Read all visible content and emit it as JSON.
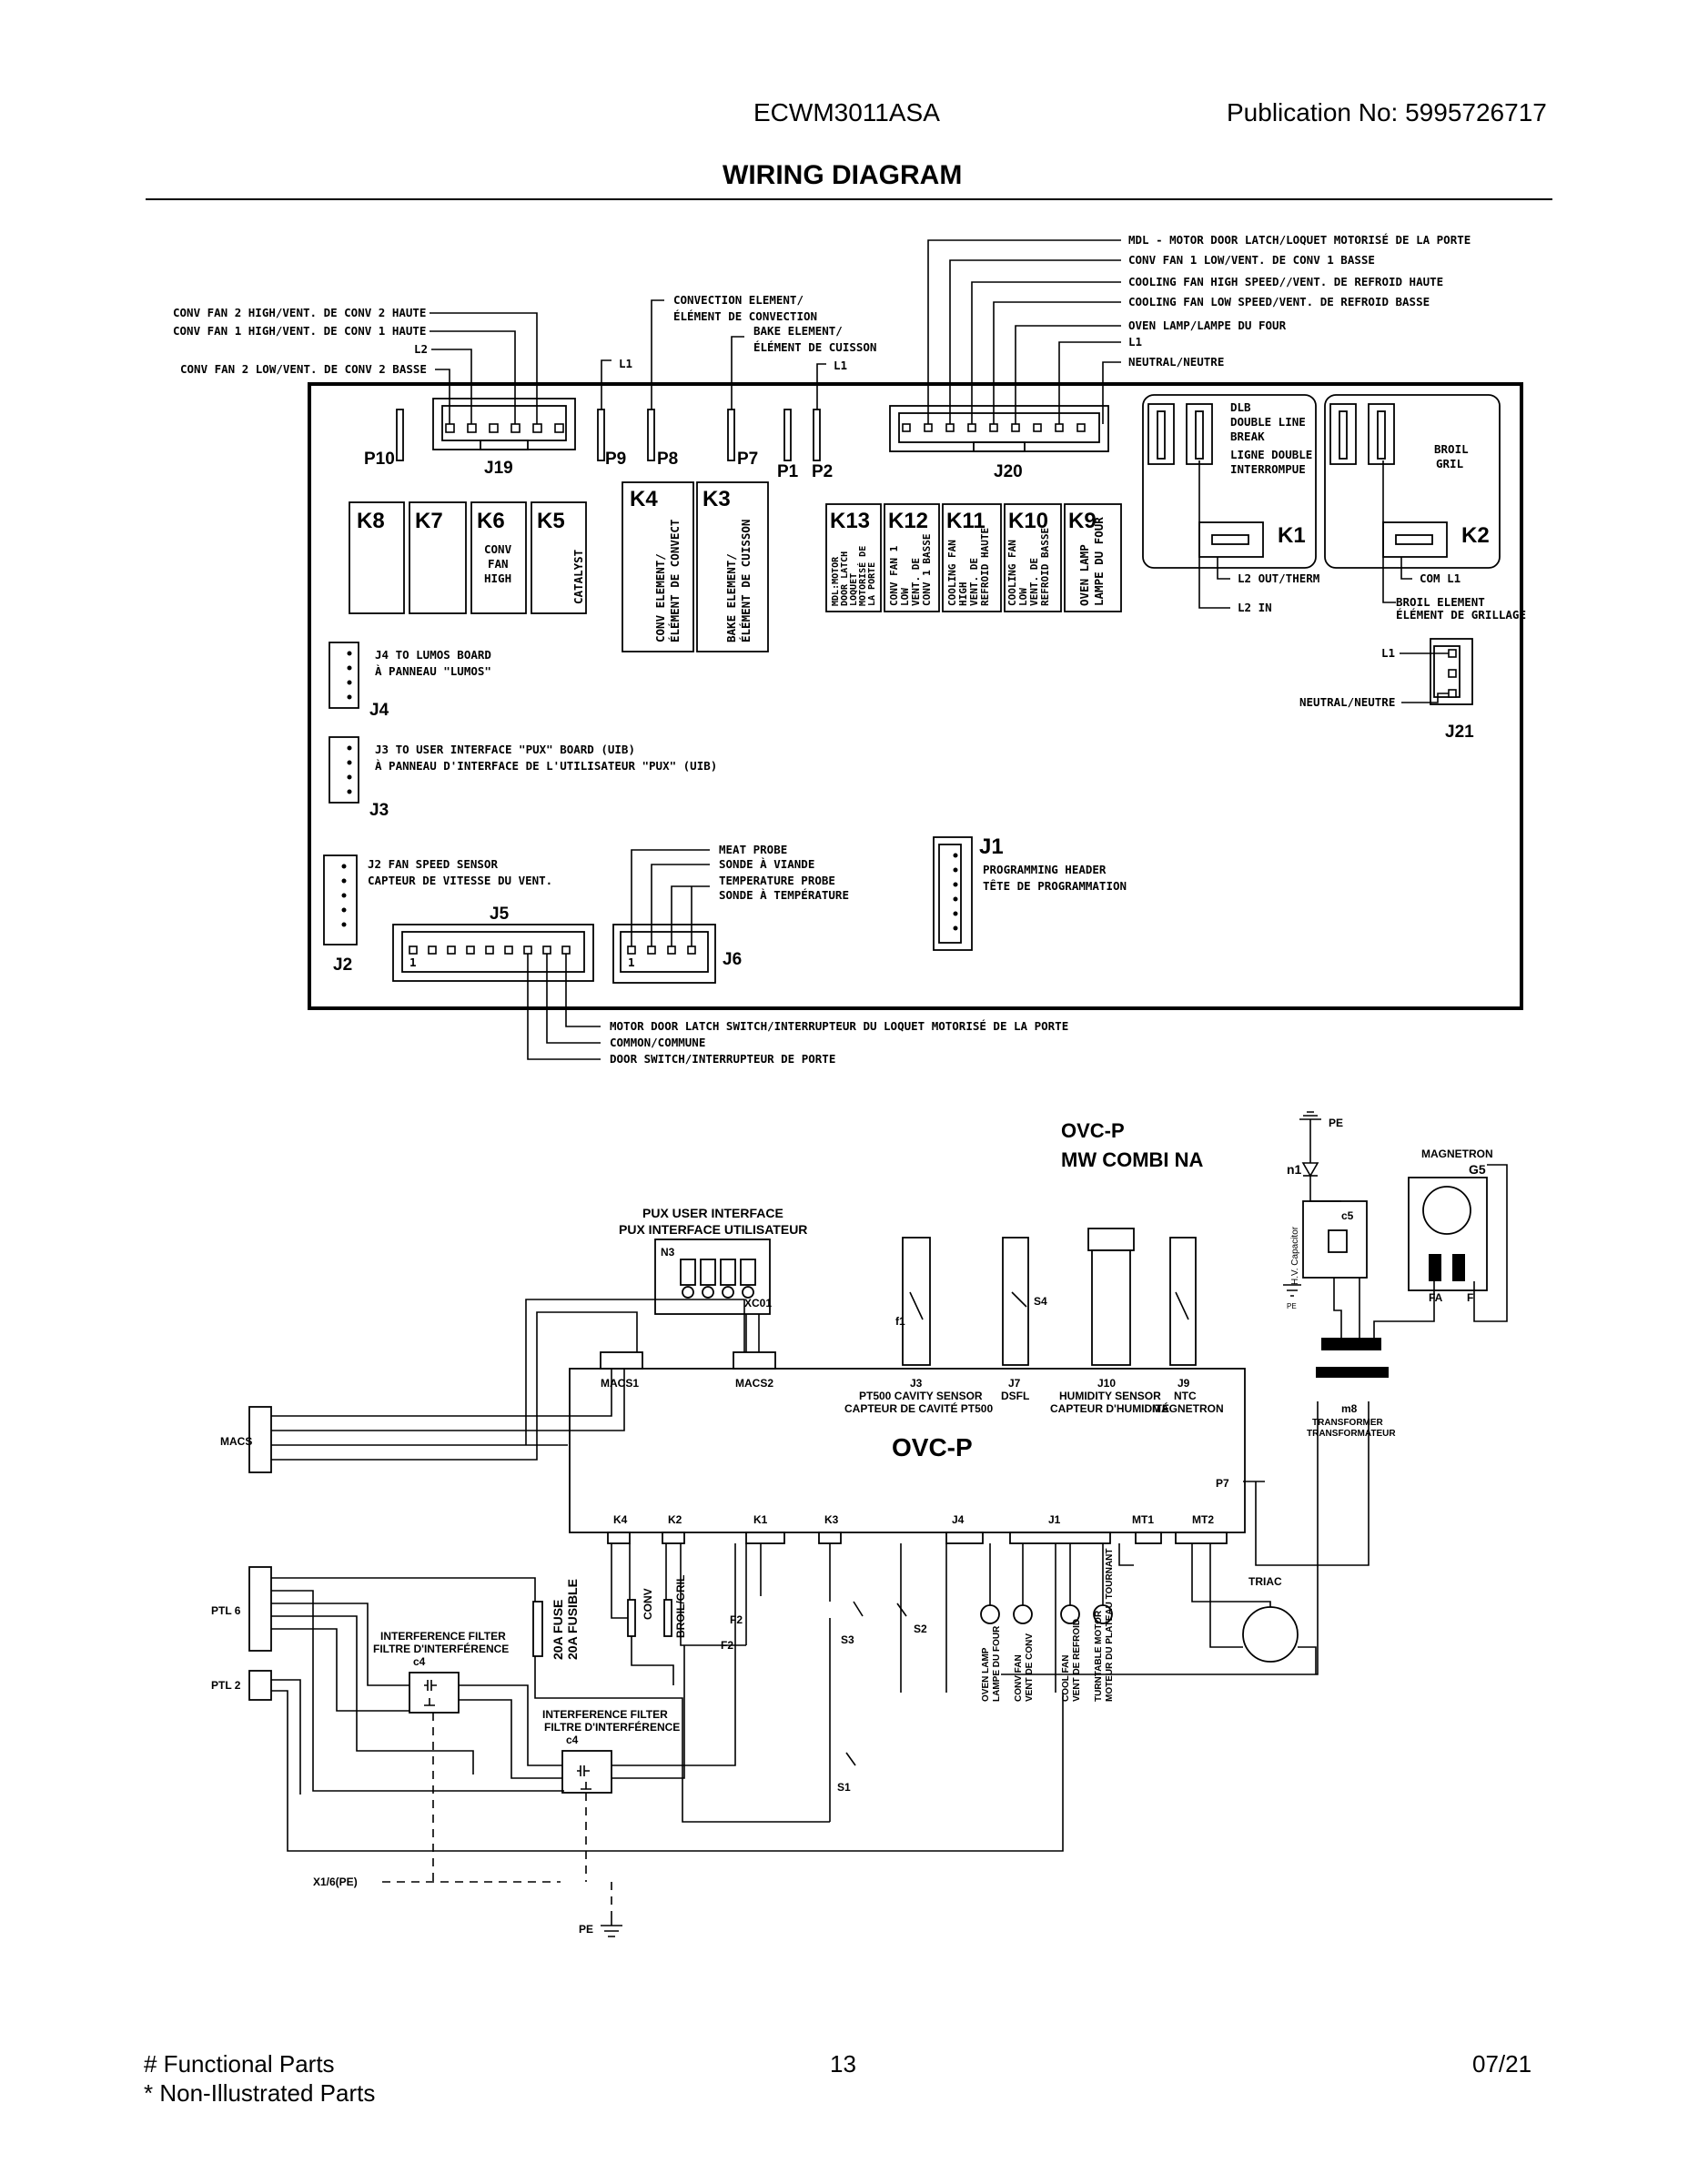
{
  "header": {
    "model": "ECWM3011ASA",
    "publication": "Publication No:  5995726717",
    "title": "WIRING DIAGRAM"
  },
  "upper": {
    "callouts_left": [
      "CONV FAN 2 HIGH/VENT. DE CONV 2 HAUTE",
      "CONV FAN 1 HIGH/VENT. DE CONV 1 HAUTE",
      "L2",
      "CONV FAN 2 LOW/VENT. DE CONV 2 BASSE"
    ],
    "l1": "L1",
    "convection_element": [
      "CONVECTION ELEMENT/",
      "ÉLÉMENT DE CONVECTION"
    ],
    "bake_element": [
      "BAKE ELEMENT/",
      "ÉLÉMENT DE CUISSON"
    ],
    "callouts_right": [
      "MDL - MOTOR DOOR LATCH/LOQUET MOTORISÉ DE LA PORTE",
      "CONV FAN 1 LOW/VENT. DE CONV 1 BASSE",
      "COOLING FAN HIGH SPEED//VENT. DE REFROID HAUTE",
      "COOLING FAN LOW SPEED/VENT. DE REFROID BASSE",
      "OVEN LAMP/LAMPE DU FOUR",
      "L1",
      "NEUTRAL/NEUTRE"
    ],
    "connectors": {
      "p10": "P10",
      "j19": "J19",
      "p9": "P9",
      "p8": "P8",
      "p7": "P7",
      "p1": "P1",
      "p2": "P2",
      "j20": "J20",
      "j21": "J21",
      "j4": "J4",
      "j3": "J3",
      "j2": "J2",
      "j5": "J5",
      "j6": "J6",
      "j1": "J1"
    },
    "relays": {
      "k8": "K8",
      "k7": "K7",
      "k6": "K6",
      "k6_text": [
        "CONV",
        "FAN",
        "HIGH"
      ],
      "k5": "K5",
      "k5_text": "CATALYST",
      "k4": "K4",
      "k4_text": [
        "CONV ELEMENT/",
        "ÉLÉMENT DE CONVECT"
      ],
      "k3": "K3",
      "k3_text": [
        "BAKE ELEMENT/",
        "ÉLÉMENT DE CUISSON"
      ],
      "k13": "K13",
      "k13_text": [
        "MDL:MOTOR",
        "DOOR LATCH",
        "LOQUET",
        "MOTORISÉ DE",
        "LA PORTE"
      ],
      "k12": "K12",
      "k12_text": [
        "CONV FAN 1",
        "LOW",
        "VENT. DE",
        "CONV 1 BASSE"
      ],
      "k11": "K11",
      "k11_text": [
        "COOLING FAN",
        "HIGH",
        "VENT. DE",
        "REFROID HAUTE"
      ],
      "k10": "K10",
      "k10_text": [
        "COOLING FAN",
        "LOW",
        "VENT. DE",
        "REFROID BASSE"
      ],
      "k9": "K9",
      "k9_text": [
        "OVEN LAMP",
        "LAMPE DU FOUR"
      ],
      "k1": "K1",
      "k2": "K2"
    },
    "dlb": [
      "DLB",
      "DOUBLE LINE",
      "BREAK",
      "LIGNE DOUBLE",
      "INTERROMPUE"
    ],
    "broil": [
      "BROIL",
      "GRIL"
    ],
    "k1_out": "L2 OUT/THERM",
    "k1_in": "L2 IN",
    "k2_com": "COM L1",
    "k2_elem": [
      "BROIL ELEMENT",
      "ÉLÉMENT DE GRILLAGE"
    ],
    "j21_l1": "L1",
    "j21_neutral": "NEUTRAL/NEUTRE",
    "j4_text": [
      "J4 TO LUMOS BOARD",
      "À PANNEAU \"LUMOS\""
    ],
    "j3_text": [
      "J3 TO USER INTERFACE \"PUX\" BOARD (UIB)",
      "À PANNEAU D'INTERFACE DE L'UTILISATEUR \"PUX\" (UIB)"
    ],
    "j2_text": [
      "J2 FAN SPEED SENSOR",
      "CAPTEUR DE VITESSE DU VENT."
    ],
    "meat_probe": [
      "MEAT PROBE",
      "SONDE À VIANDE"
    ],
    "temp_probe": [
      "TEMPERATURE PROBE",
      "SONDE À TEMPÉRATURE"
    ],
    "j1_text": [
      "PROGRAMMING HEADER",
      "TÊTE DE PROGRAMMATION"
    ],
    "j5_bottom": [
      "MOTOR DOOR LATCH SWITCH/INTERRUPTEUR DU LOQUET MOTORISÉ DE LA PORTE",
      "COMMON/COMMUNE",
      "DOOR SWITCH/INTERRUPTEUR DE PORTE"
    ],
    "pin_one": "1"
  },
  "lower": {
    "title": [
      "OVC-P",
      "MW COMBI NA"
    ],
    "pux": [
      "PUX USER INTERFACE",
      "PUX INTERFACE UTILISATEUR"
    ],
    "n3": "N3",
    "xc01": "XC01",
    "macs1": "MACS1",
    "macs2": "MACS2",
    "macs": "MACS",
    "j3": [
      "J3",
      "PT500 CAVITY SENSOR",
      "CAPTEUR DE CAVITÉ PT500"
    ],
    "j7": [
      "J7",
      "DSFL"
    ],
    "j10": [
      "J10",
      "HUMIDITY SENSOR",
      "CAPTEUR D'HUMIDITÉ"
    ],
    "j9": [
      "J9",
      "NTC",
      "MAGNETRON"
    ],
    "ovcp": "OVC-P",
    "p7": "P7",
    "bottom_conn": [
      "K4",
      "K2",
      "K1",
      "K3",
      "J4",
      "J1",
      "MT1",
      "MT2"
    ],
    "s4": "S4",
    "f1": "f1",
    "pe": "PE",
    "n1": "n1",
    "magnetron": [
      "MAGNETRON",
      "G5"
    ],
    "c5": "c5",
    "hv_cap": "H.V. Capacitor",
    "fa": "FA",
    "f": "F",
    "m8": "m8",
    "transformer": [
      "TRANSFORMER",
      "TRANSFORMATEUR"
    ],
    "ptl6": "PTL  6",
    "ptl2": "PTL  2",
    "fuse": [
      "20A FUSE",
      "20A FUSIBLE"
    ],
    "filter1": [
      "INTERFERENCE FILTER",
      "FILTRE D'INTERFÉRENCE",
      "c4"
    ],
    "filter2": [
      "INTERFERENCE FILTER",
      "FILTRE D'INTERFÉRENCE",
      "c4"
    ],
    "conv": "CONV",
    "broil": "BROIL/GRIL",
    "f2": "F2",
    "s3": "S3",
    "s2": "S2",
    "s1": "S1",
    "oven_lamp": [
      "OVEN LAMP",
      "LAMPE DU FOUR"
    ],
    "conv_fan": [
      "CONV FAN",
      "VENT DE CONV"
    ],
    "cool_fan": [
      "COOL FAN",
      "VENT DE REFROID"
    ],
    "turntable": [
      "TURNTABLE MOTOR",
      "MOTEUR DU PLATEAU TOURNANT"
    ],
    "triac": "TRIAC",
    "x16": "X1/6(PE)",
    "pe_bottom": "PE"
  },
  "footer": {
    "functional": "# Functional Parts",
    "non_illustrated": "* Non-Illustrated Parts",
    "page": "13",
    "date": "07/21"
  }
}
